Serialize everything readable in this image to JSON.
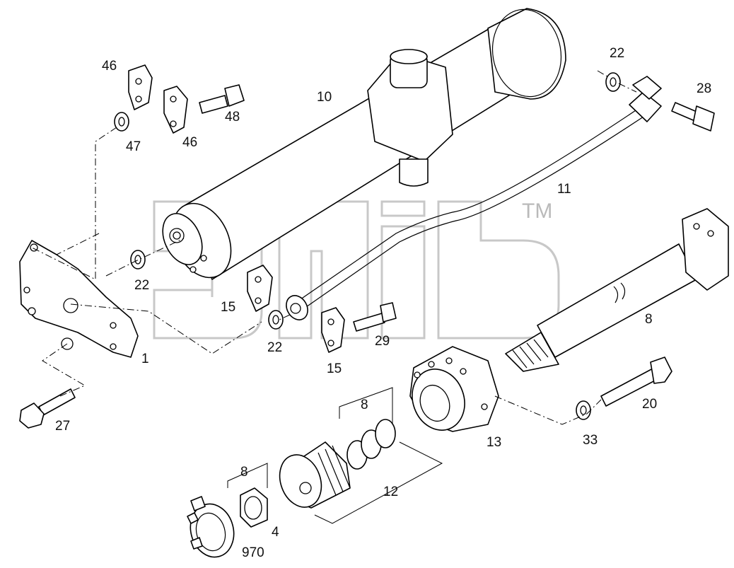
{
  "callouts": {
    "c46a": "46",
    "c47": "47",
    "c46b": "46",
    "c48": "48",
    "c10": "10",
    "c22a": "22",
    "c28": "28",
    "c11": "11",
    "c22b": "22",
    "c15a": "15",
    "c22c": "22",
    "c15b": "15",
    "c29": "29",
    "c1": "1",
    "c8a": "8",
    "c27": "27",
    "c8b": "8",
    "c20": "20",
    "c33": "33",
    "c13": "13",
    "c12": "12",
    "c8c": "8",
    "c4": "4",
    "c970": "970"
  },
  "watermark": {
    "trademark": "TM"
  },
  "colors": {
    "line": "#000000",
    "background": "#ffffff",
    "watermark": "#9a9a9a"
  }
}
